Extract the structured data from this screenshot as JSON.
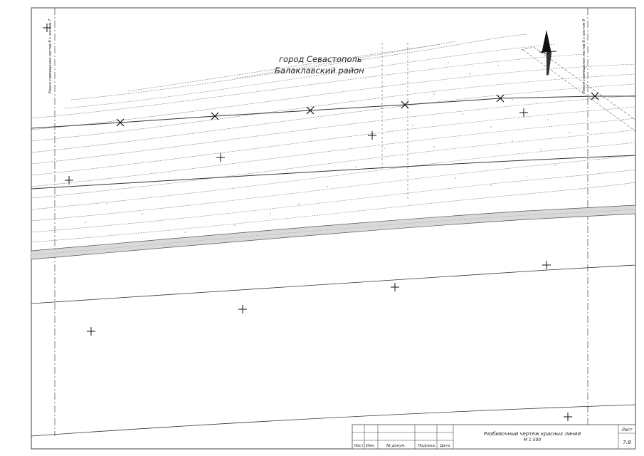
{
  "map": {
    "city_label": "город Севастополь",
    "district_label": "Балаклавский район",
    "match_line_left": "Линия совмещения листов 8 с листом 7",
    "match_line_right": "Линия совмещения листов 8 с листом 9"
  },
  "title_block": {
    "headers": {
      "list": "Лист",
      "izm": "Изм.",
      "doc": "№ докум.",
      "sign": "Подпись",
      "date": "Дата"
    },
    "title": "Разбивочный чертеж красных линий",
    "scale": "М 1:500",
    "sheet_label": "Лист",
    "sheet_number": "7.8"
  }
}
